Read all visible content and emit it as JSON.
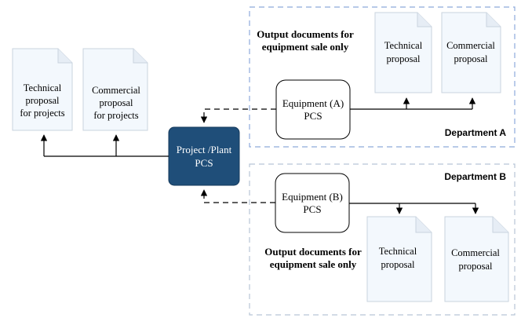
{
  "departments": {
    "a": {
      "label": "Department A",
      "note_line1": "Output documents for",
      "note_line2": "equipment sale only",
      "equipment_line1": "Equipment (A)",
      "equipment_line2": "PCS",
      "doc_technical_line1": "Technical",
      "doc_technical_line2": "proposal",
      "doc_commercial_line1": "Commercial",
      "doc_commercial_line2": "proposal"
    },
    "b": {
      "label": "Department B",
      "note_line1": "Output documents for",
      "note_line2": "equipment sale only",
      "equipment_line1": "Equipment (B)",
      "equipment_line2": "PCS",
      "doc_technical_line1": "Technical",
      "doc_technical_line2": "proposal",
      "doc_commercial_line1": "Commercial",
      "doc_commercial_line2": "proposal"
    }
  },
  "project": {
    "line1": "Project /Plant",
    "line2": "PCS",
    "doc_technical_line1": "Technical",
    "doc_technical_line2": "proposal",
    "doc_technical_line3": "for projects",
    "doc_commercial_line1": "Commercial",
    "doc_commercial_line2": "proposal",
    "doc_commercial_line3": "for projects"
  },
  "colors": {
    "project_fill": "#1f4e79",
    "dept_border": "#8eaadb",
    "doc_fill": "#f3f8fd",
    "doc_stroke": "#c9d3de",
    "line": "#000000"
  }
}
